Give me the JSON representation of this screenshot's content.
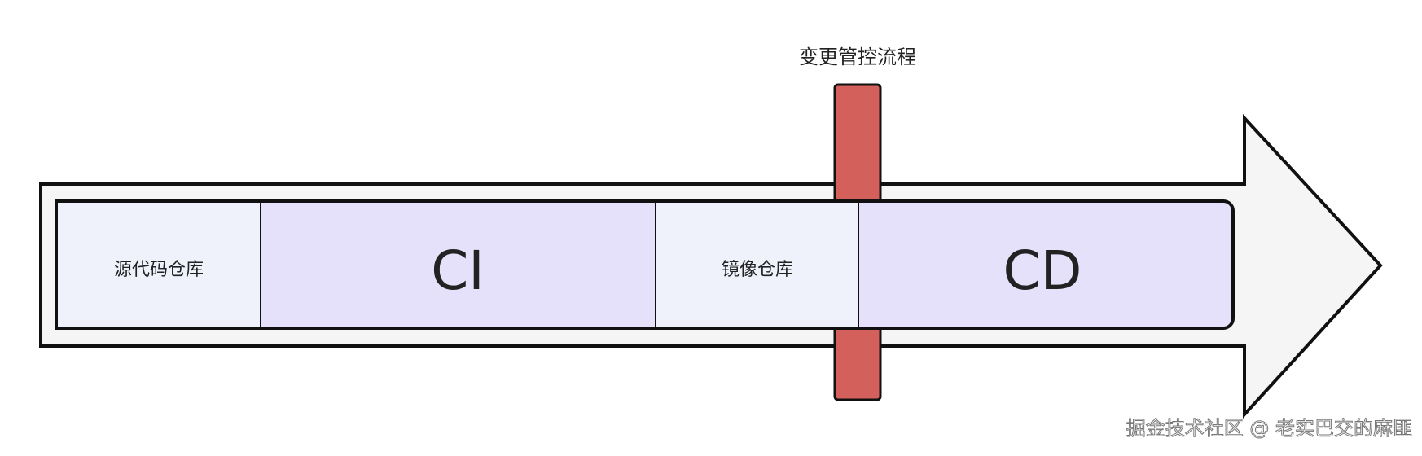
{
  "title": "变更管控流程",
  "stages": [
    {
      "label": "源代码仓库",
      "fill": "#eff2fb"
    },
    {
      "label": "CI",
      "fill": "#e6e1fa"
    },
    {
      "label": "镜像仓库",
      "fill": "#eff2fb"
    },
    {
      "label": "CD",
      "fill": "#e6e1fa"
    }
  ],
  "colors": {
    "gate": "#d4605b",
    "arrow": "#f5f5f5"
  },
  "watermark": "掘金技术社区 @ 老实巴交的麻匪"
}
